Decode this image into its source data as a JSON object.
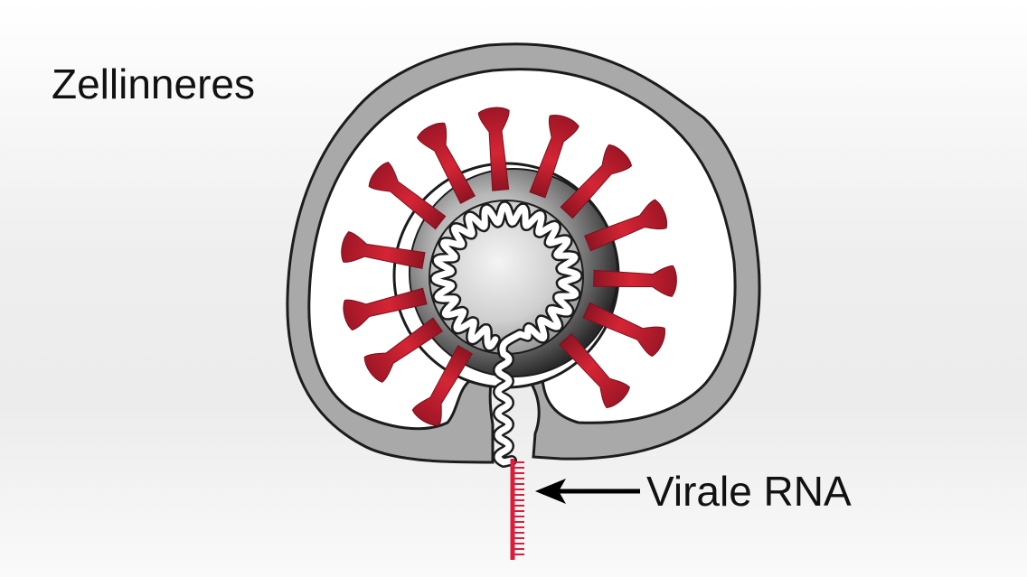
{
  "labels": {
    "cell_interior": "Zellinneres",
    "viral_rna": "Virale RNA"
  },
  "colors": {
    "spike": "#c71f30",
    "membrane_fill": "#a9a9a9",
    "outline": "#1c1c1c",
    "rna_strand": "#d81e3a",
    "rna_coil": "#ffffff",
    "arrow": "#000000"
  },
  "icons": {
    "virus": "coronavirus-particle",
    "pointer": "left-arrow"
  }
}
